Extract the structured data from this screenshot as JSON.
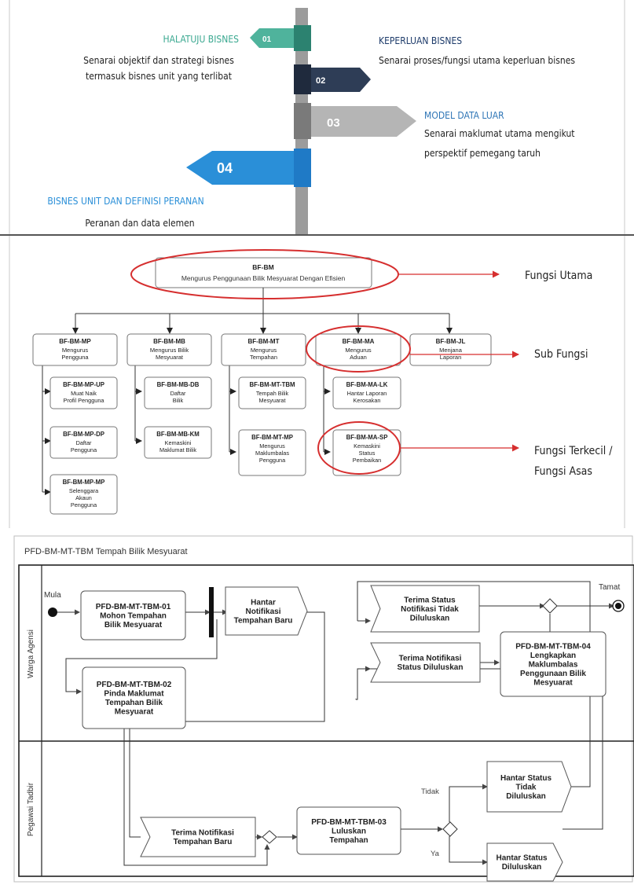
{
  "signpost": {
    "s01": {
      "num": "01",
      "title": "HALATUJU BISNES",
      "desc": [
        "Senarai objektif dan strategi bisnes",
        "termasuk bisnes unit yang terlibat"
      ],
      "color": "#4fb39c"
    },
    "s02": {
      "num": "02",
      "title": "KEPERLUAN  BISNES",
      "desc": [
        "Senarai proses/fungsi utama keperluan bisnes"
      ],
      "color": "#2e3d56"
    },
    "s03": {
      "num": "03",
      "title": "MODEL DATA LUAR",
      "desc": [
        "Senarai  maklumat  utama  mengikut",
        "perspektif pemegang taruh"
      ],
      "color": "#b5b5b5"
    },
    "s04": {
      "num": "04",
      "title": "BISNES UNIT DAN DEFINISI PERANAN",
      "desc": [
        "Peranan dan data elemen"
      ],
      "color": "#2a8fd8"
    }
  },
  "hierarchy": {
    "root": {
      "code": "BF-BM",
      "label": "Mengurus Penggunaan Bilik Mesyuarat Dengan Efisien"
    },
    "subs": [
      {
        "code": "BF-BM-MP",
        "label": [
          "Mengurus",
          "Pengguna"
        ],
        "children": [
          {
            "code": "BF-BM-MP-UP",
            "label": [
              "Muat Naik",
              "Profil Pengguna"
            ]
          },
          {
            "code": "BF-BM-MP-DP",
            "label": [
              "Daftar",
              "Pengguna"
            ]
          },
          {
            "code": "BF-BM-MP-MP",
            "label": [
              "Selenggara",
              "Akaun",
              "Pengguna"
            ]
          }
        ]
      },
      {
        "code": "BF-BM-MB",
        "label": [
          "Mengurus Bilik",
          "Mesyuarat"
        ],
        "children": [
          {
            "code": "BF-BM-MB-DB",
            "label": [
              "Daftar",
              "Bilik"
            ]
          },
          {
            "code": "BF-BM-MB-KM",
            "label": [
              "Kemaskini",
              "Maklumat Bilik"
            ]
          }
        ]
      },
      {
        "code": "BF-BM-MT",
        "label": [
          "Mengurus",
          "Tempahan"
        ],
        "children": [
          {
            "code": "BF-BM-MT-TBM",
            "label": [
              "Tempah Bilik",
              "Mesyuarat"
            ]
          },
          {
            "code": "BF-BM-MT-MP",
            "label": [
              "Mengurus",
              "Maklumbalas",
              "Pengguna"
            ]
          }
        ]
      },
      {
        "code": "BF-BM-MA",
        "label": [
          "Mengurus",
          "Aduan"
        ],
        "children": [
          {
            "code": "BF-BM-MA-LK",
            "label": [
              "Hantar Laporan",
              "Kerosakan"
            ]
          },
          {
            "code": "BF-BM-MA-SP",
            "label": [
              "Kemaskini",
              "Status",
              "Pembaikan"
            ]
          }
        ]
      },
      {
        "code": "BF-BM-JL",
        "label": [
          "Menjana",
          "Laporan"
        ],
        "children": []
      }
    ],
    "callouts": {
      "utama": "Fungsi Utama",
      "sub": "Sub Fungsi",
      "terkecil": [
        "Fungsi Terkecil /",
        "Fungsi Asas"
      ]
    },
    "highlight_color": "#d62f2f"
  },
  "flow": {
    "title": "PFD-BM-MT-TBM Tempah Bilik Mesyuarat",
    "lanes": [
      "Warga Agensi",
      "Pegawai Tadbir"
    ],
    "start_label": "Mula",
    "end_label": "Tamat",
    "nodes": {
      "tbm01": [
        "PFD-BM-MT-TBM-01",
        "Mohon Tempahan",
        "Bilik Mesyuarat"
      ],
      "tbm02": [
        "PFD-BM-MT-TBM-02",
        "Pinda Maklumat",
        "Tempahan Bilik",
        "Mesyuarat"
      ],
      "hantarNotif": [
        "Hantar",
        "Notifikasi",
        "Tempahan Baru"
      ],
      "terimaTidak": [
        "Terima Status",
        "Notifikasi Tidak",
        "Diluluskan"
      ],
      "terimaLulus": [
        "Terima Notifikasi",
        "Status Diluluskan"
      ],
      "tbm04": [
        "PFD-BM-MT-TBM-04",
        "Lengkapkan",
        "Maklumbalas",
        "Penggunaan Bilik",
        "Mesyuarat"
      ],
      "terimaBaru": [
        "Terima Notifikasi",
        "Tempahan Baru"
      ],
      "tbm03": [
        "PFD-BM-MT-TBM-03",
        "Luluskan",
        "Tempahan"
      ],
      "hantarTidak": [
        "Hantar Status",
        "Tidak",
        "Diluluskan"
      ],
      "hantarLulus": [
        "Hantar Status",
        "Diluluskan"
      ]
    },
    "tidak_label": "Tidak",
    "ya_label": "Ya"
  }
}
